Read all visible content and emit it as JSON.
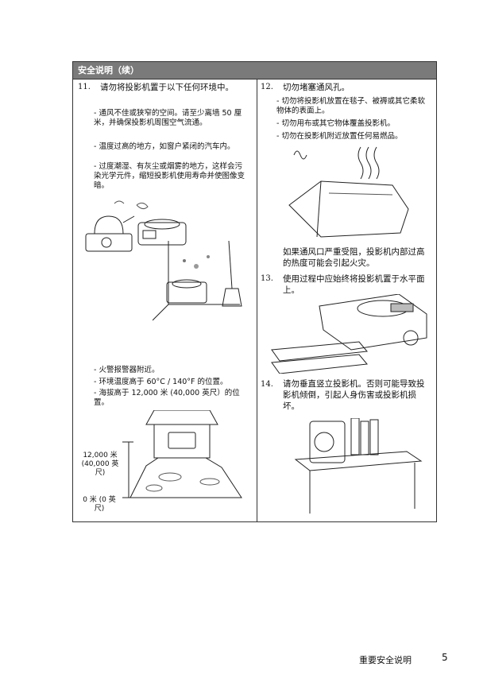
{
  "header": "安全说明（续）",
  "left": {
    "item11_num": "11.",
    "item11_text": "请勿将投影机置于以下任何环境中。",
    "bullets_top": [
      "- 通风不佳或狭窄的空间。请至少离墙 50 厘米，并确保投影机周围空气流通。",
      "- 温度过高的地方，如窗户紧闭的汽车内。",
      "- 过度潮湿、有灰尘或烟雾的地方，这样会污染光学元件，缩短投影机使用寿命并使图像变暗。"
    ],
    "bullets_bottom": [
      "- 火警报警器附近。",
      "- 环境温度高于 60°C / 140°F 的位置。",
      "- 海拔高于 12,000 米 (40,000 英尺）的位置。"
    ],
    "alt_top": "12,000 米 (40,000 英尺)",
    "alt_bottom": "0 米 (0 英尺)"
  },
  "right": {
    "item12_num": "12.",
    "item12_text": "切勿堵塞通风孔。",
    "bullets": [
      "- 切勿将投影机放置在毯子、被褥或其它柔软物体的表面上。",
      "- 切勿用布或其它物体覆盖投影机。",
      "- 切勿在投影机附近放置任何易燃品。"
    ],
    "block_note": "如果通风口严重受阻，投影机内部过高的热度可能会引起火灾。",
    "item13_num": "13.",
    "item13_text": "使用过程中应始终将投影机置于水平面上。",
    "item14_num": "14.",
    "item14_text": "请勿垂直竖立投影机。否则可能导致投影机倾倒，引起人身伤害或投影机损坏。"
  },
  "footer": {
    "section": "重要安全说明",
    "page": "5"
  }
}
